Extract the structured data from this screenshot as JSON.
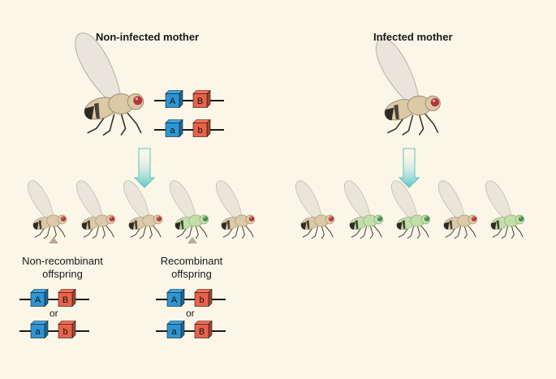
{
  "left_panel": {
    "title": "Non-infected mother",
    "mother_genotype": [
      {
        "allele1": "A",
        "allele2": "B"
      },
      {
        "allele1": "a",
        "allele2": "b"
      }
    ],
    "offspring_colors": [
      "tan",
      "tan",
      "tan",
      "green",
      "tan"
    ],
    "groups": [
      {
        "caption_line1": "Non-recombinant",
        "caption_line2": "offspring",
        "or_label": "or",
        "genotypes": [
          {
            "allele1": "A",
            "allele2": "B"
          },
          {
            "allele1": "a",
            "allele2": "b"
          }
        ]
      },
      {
        "caption_line1": "Recombinant",
        "caption_line2": "offspring",
        "or_label": "or",
        "genotypes": [
          {
            "allele1": "A",
            "allele2": "b"
          },
          {
            "allele1": "a",
            "allele2": "B"
          }
        ]
      }
    ]
  },
  "right_panel": {
    "title": "Infected mother",
    "offspring_colors": [
      "tan",
      "green",
      "green",
      "tan",
      "green"
    ]
  },
  "colors": {
    "background": "#fbf6e7",
    "allele_upper": "#2e95d3",
    "allele_lower": "#e8624a",
    "arrow": "#5cc4c0",
    "fly_tan": "#dcc9a6",
    "fly_green": "#c2dfa8",
    "marker": "#b8a894"
  }
}
